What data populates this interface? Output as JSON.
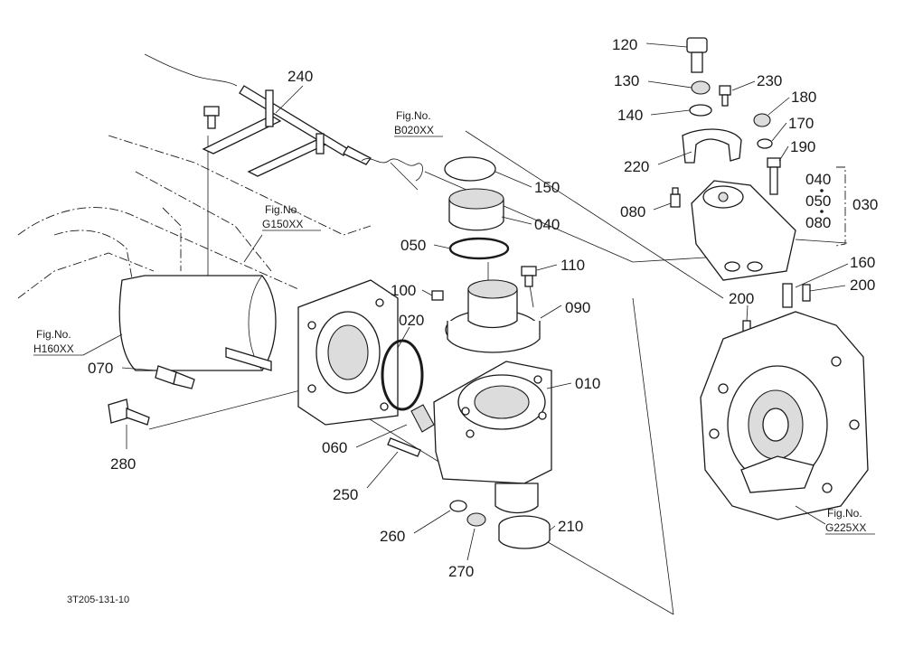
{
  "drawing_code": "3T205-131-10",
  "fig_refs": {
    "b020": {
      "label": "Fig.No.",
      "code": "B020XX"
    },
    "g150": {
      "label": "Fig.No.",
      "code": "G150XX"
    },
    "h160": {
      "label": "Fig.No.",
      "code": "H160XX"
    },
    "g225": {
      "label": "Fig.No.",
      "code": "G225XX"
    }
  },
  "part_labels": {
    "p240": "240",
    "p120": "120",
    "p130": "130",
    "p230": "230",
    "p140": "140",
    "p180": "180",
    "p170": "170",
    "p190": "190",
    "p220": "220",
    "p150": "150",
    "p040": "040",
    "p050": "050",
    "p080": "080",
    "p110": "110",
    "p100": "100",
    "p090": "090",
    "p020": "020",
    "p010": "010",
    "p070": "070",
    "p280": "280",
    "p060": "060",
    "p250": "250",
    "p260": "260",
    "p270": "270",
    "p210": "210",
    "p160": "160",
    "p200a": "200",
    "p200b": "200"
  },
  "group": {
    "items": [
      "040",
      "050",
      "080"
    ],
    "assembly": "030"
  }
}
